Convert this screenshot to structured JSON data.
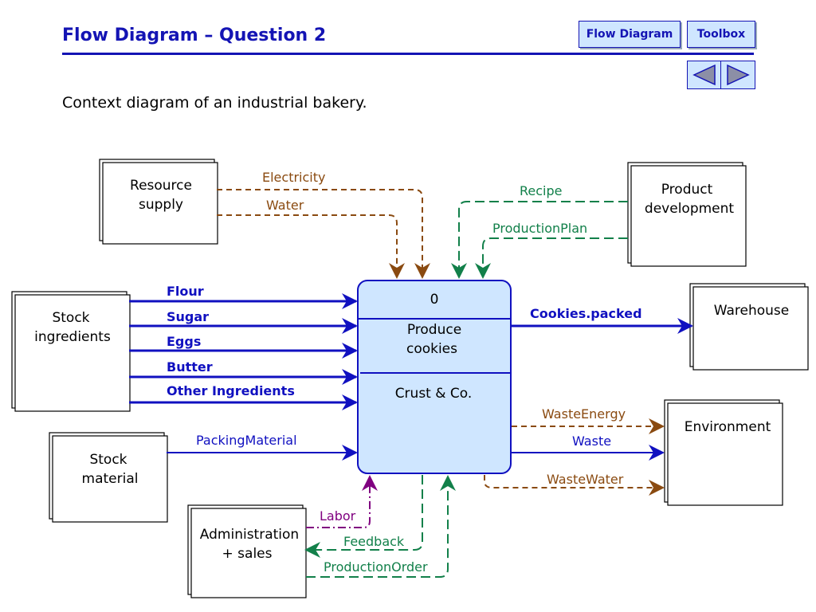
{
  "header": {
    "title": "Flow Diagram – Question 2",
    "nav_flow_label": "Flow Diagram",
    "nav_toolbox_label": "Toolbox",
    "prev_icon": "triangle-left-icon",
    "next_icon": "triangle-right-icon"
  },
  "subtitle": "Context diagram of an industrial bakery.",
  "colors": {
    "heading": "#1414b4",
    "material_flow": "#1010c0",
    "resource_flow": "#8a4a10",
    "info_flow": "#12804a",
    "labor_flow": "#800080",
    "process_fill": "#cfe6ff"
  },
  "process": {
    "number": "0",
    "name_line1": "Produce",
    "name_line2": "cookies",
    "owner": "Crust & Co."
  },
  "entities": {
    "resource_supply": [
      "Resource",
      "supply"
    ],
    "product_development": [
      "Product",
      "development"
    ],
    "stock_ingredients": [
      "Stock",
      "ingredients"
    ],
    "warehouse": [
      "Warehouse"
    ],
    "environment": [
      "Environment"
    ],
    "stock_material": [
      "Stock",
      "material"
    ],
    "administration": [
      "Administration",
      "+ sales"
    ]
  },
  "flows": {
    "electricity": "Electricity",
    "water": "Water",
    "recipe": "Recipe",
    "production_plan": "ProductionPlan",
    "flour": "Flour",
    "sugar": "Sugar",
    "eggs": "Eggs",
    "butter": "Butter",
    "other_ingredients": "Other Ingredients",
    "cookies_packed": "Cookies.packed",
    "waste_energy": "WasteEnergy",
    "waste": "Waste",
    "waste_water": "WasteWater",
    "packing_material": "PackingMaterial",
    "labor": "Labor",
    "feedback": "Feedback",
    "production_order": "ProductionOrder"
  }
}
